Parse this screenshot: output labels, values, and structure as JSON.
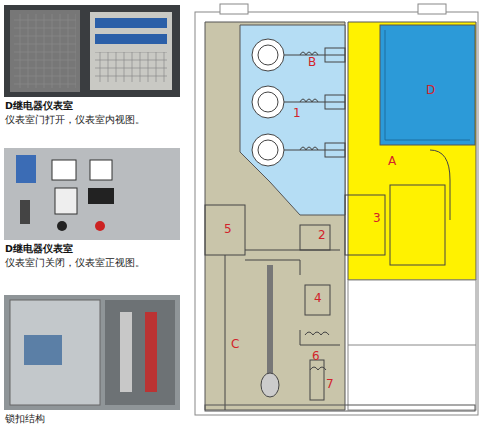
{
  "diagram": {
    "labels": [
      "D继电器仪表室",
      "仪表室门打开，仪表室内视图。",
      "D继电器仪表室",
      "仪表室门关闭，仪表室正视图。",
      "锁扣结构",
      "B",
      "1",
      "A",
      "D",
      "3",
      "5",
      "2",
      "4",
      "C",
      "6",
      "7"
    ]
  }
}
